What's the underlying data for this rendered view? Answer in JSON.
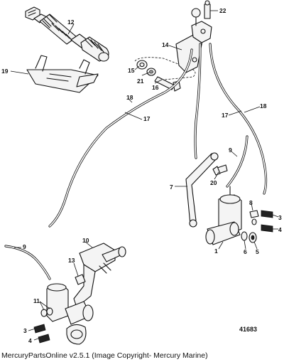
{
  "diagram": {
    "figure_number": "41683",
    "copyright": "MercuryPartsOnline v2.5.1 (Image Copyright- Mercury Marine)",
    "callouts": {
      "c1": "1",
      "c3a": "3",
      "c3b": "3",
      "c4a": "4",
      "c4b": "4",
      "c5": "5",
      "c6": "6",
      "c7": "7",
      "c8": "8",
      "c9a": "9",
      "c9b": "9",
      "c10": "10",
      "c11": "11",
      "c12": "12",
      "c13": "13",
      "c14": "14",
      "c15": "15",
      "c16": "16",
      "c17a": "17",
      "c17b": "17",
      "c18a": "18",
      "c18b": "18",
      "c19": "19",
      "c20": "20",
      "c21": "21",
      "c22": "22"
    }
  }
}
